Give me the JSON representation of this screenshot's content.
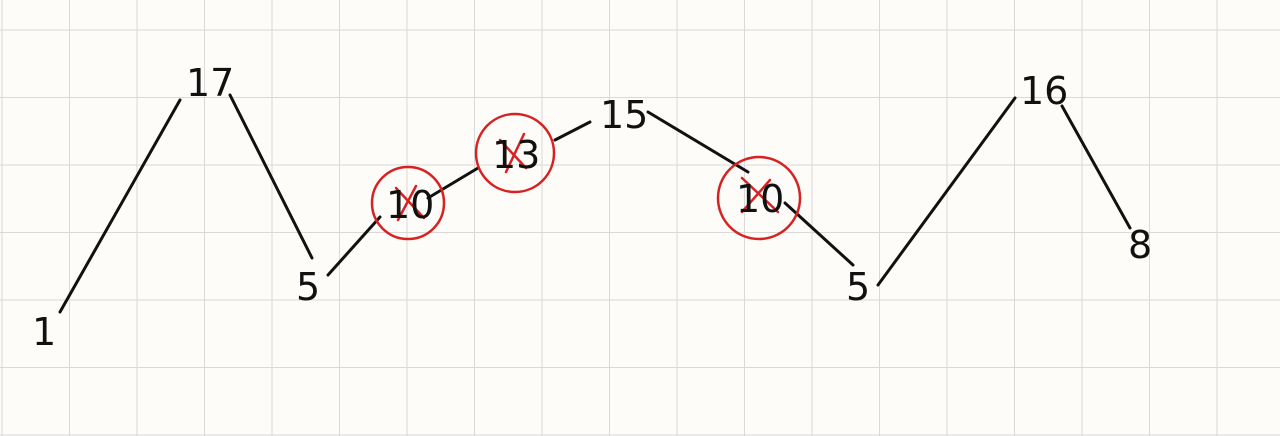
{
  "colors": {
    "ink": "#111111",
    "strike": "#d62222",
    "grid": "#d9d9d9",
    "paper": "#fdfcf8"
  },
  "values": [
    "1",
    "17",
    "5",
    "10",
    "13",
    "15",
    "10",
    "5",
    "16",
    "8"
  ],
  "struck_out_indices": [
    3,
    4,
    6
  ]
}
